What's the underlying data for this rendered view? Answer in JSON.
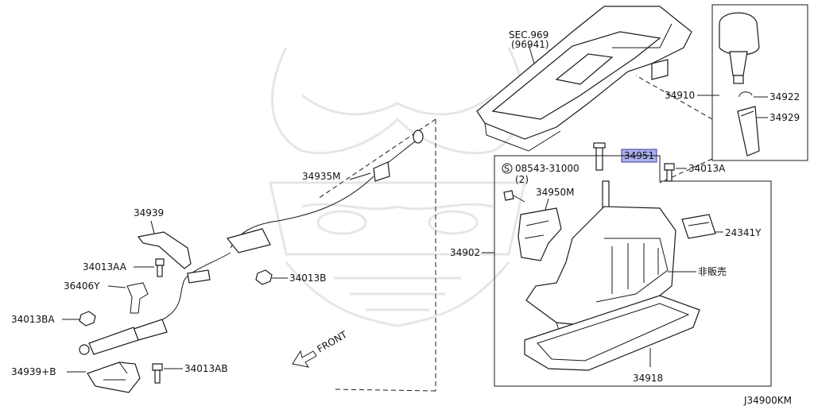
{
  "diagram": {
    "code": "J34900KM",
    "front_label": "FRONT",
    "highlight_color": "#aab0ee",
    "labels": {
      "sec969": "SEC.969",
      "sec96941": "(96941)",
      "p34910": "34910",
      "p34922": "34922",
      "p34929": "34929",
      "p34951": "34951",
      "p34013A": "34013A",
      "p08543": "08543-31000",
      "p08543_qty": "(2)",
      "bolt_symbol": "S",
      "p34950M": "34950M",
      "p24341Y": "24341Y",
      "p34902": "34902",
      "not_for_sale": "非販売",
      "p34918": "34918",
      "p34935M": "34935M",
      "p34939": "34939",
      "p34013AA": "34013AA",
      "p36406Y": "36406Y",
      "p34013BA": "34013BA",
      "p34939B": "34939+B",
      "p34013AB": "34013AB",
      "p34013B": "34013B"
    }
  }
}
